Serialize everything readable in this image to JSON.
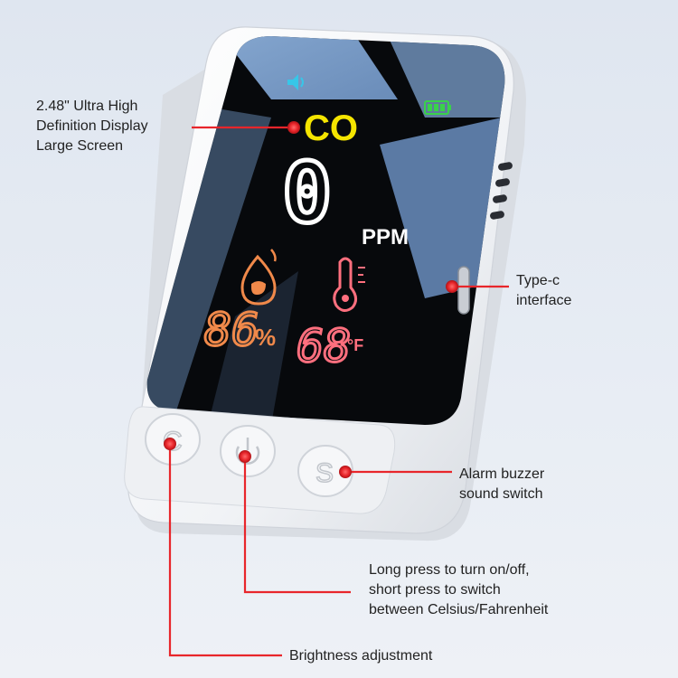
{
  "device": {
    "gas_label": "CO",
    "gas_value": "0",
    "unit": "PPM",
    "humidity": "86",
    "humidity_unit": "%",
    "temperature": "68",
    "temperature_unit": "°F",
    "buttons": [
      "C",
      "S"
    ]
  },
  "callouts": {
    "display": "2.48\" Ultra High\nDefinition Display\nLarge Screen",
    "typec": "Type-c\ninterface",
    "alarm": "Alarm buzzer\nsound switch",
    "power": "Long press to turn on/off,\nshort press to switch\nbetween Celsius/Fahrenheit",
    "brightness": "Brightness adjustment"
  },
  "colors": {
    "accent_red": "#e8262b",
    "co_yellow": "#f5e500",
    "humidity_orange": "#f0894a",
    "temp_pink": "#ff6f7e",
    "battery_green": "#39d24a",
    "screen_black": "#07090c",
    "body_white": "#f7f8fa"
  }
}
